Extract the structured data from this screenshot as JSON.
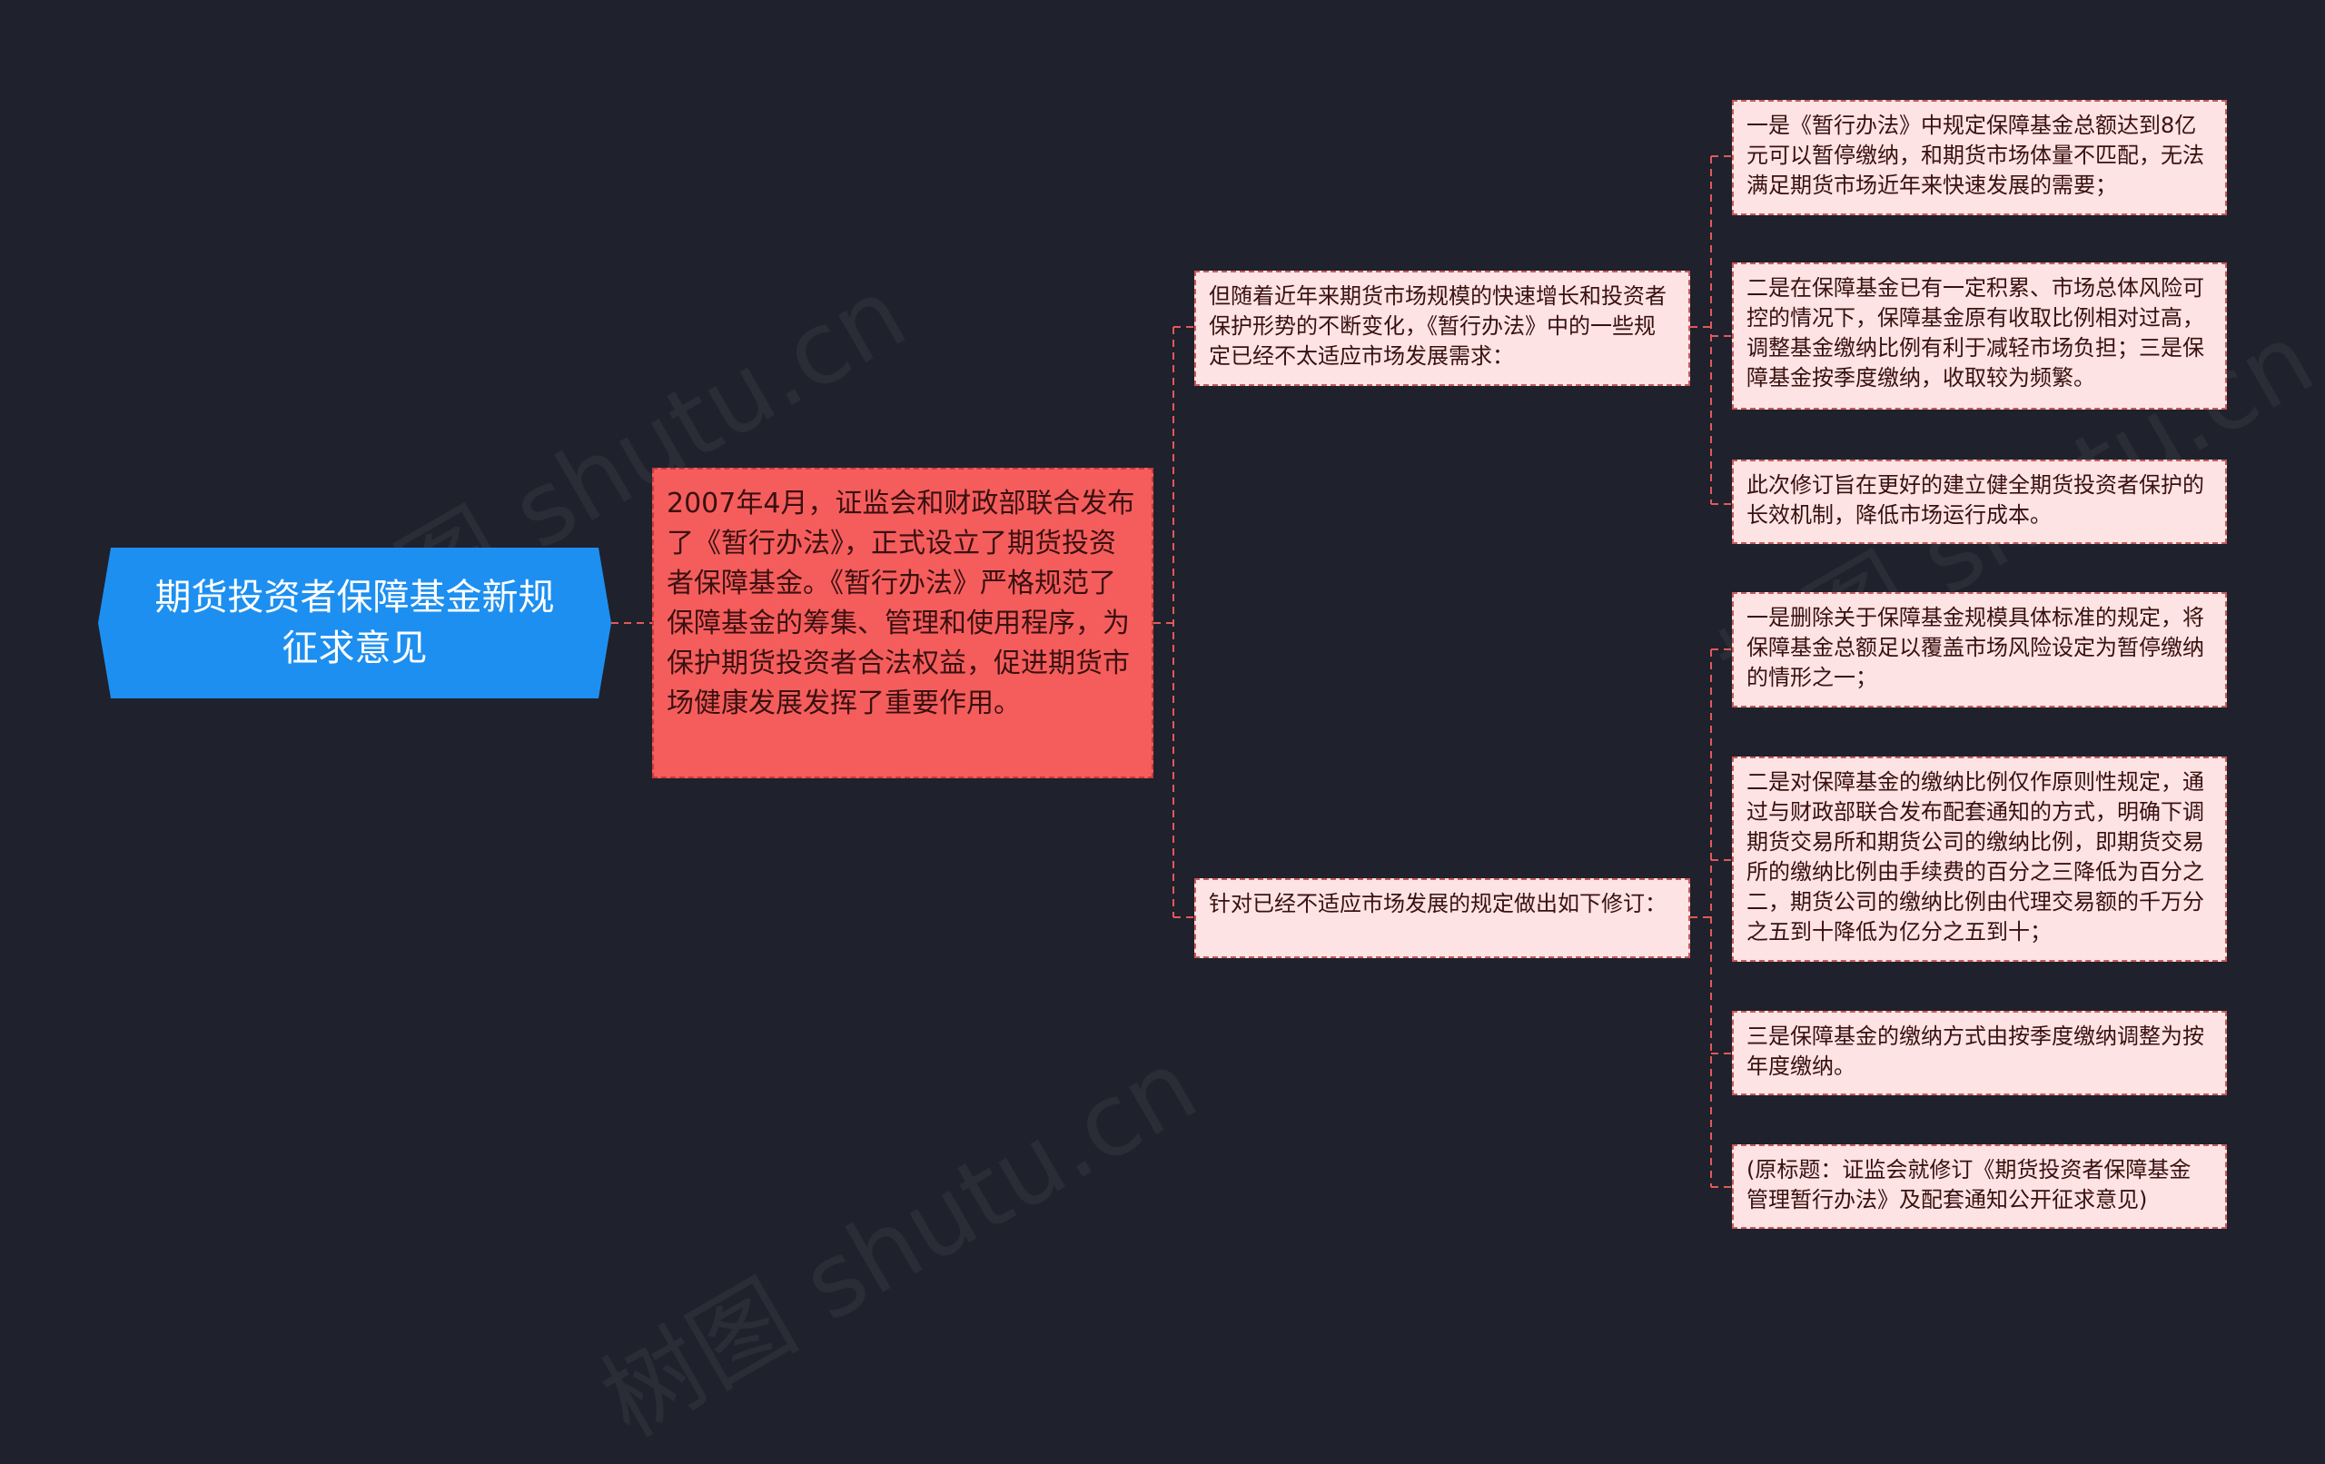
{
  "root": {
    "text": "期货投资者保障基金新规征求意见"
  },
  "main": {
    "text": "2007年4月，证监会和财政部联合发布了《暂行办法》，正式设立了期货投资者保障基金。《暂行办法》严格规范了保障基金的筹集、管理和使用程序，为保护期货投资者合法权益，促进期货市场健康发展发挥了重要作用。"
  },
  "branches": [
    {
      "text": "但随着近年来期货市场规模的快速增长和投资者保护形势的不断变化，《暂行办法》中的一些规定已经不太适应市场发展需求：",
      "children": [
        "一是《暂行办法》中规定保障基金总额达到8亿元可以暂停缴纳，和期货市场体量不匹配，无法满足期货市场近年来快速发展的需要；",
        "二是在保障基金已有一定积累、市场总体风险可控的情况下，保障基金原有收取比例相对过高，调整基金缴纳比例有利于减轻市场负担；三是保障基金按季度缴纳，收取较为频繁。",
        "此次修订旨在更好的建立健全期货投资者保护的长效机制，降低市场运行成本。"
      ]
    },
    {
      "text": "针对已经不适应市场发展的规定做出如下修订：",
      "children": [
        "一是删除关于保障基金规模具体标准的规定，将保障基金总额足以覆盖市场风险设定为暂停缴纳的情形之一；",
        "二是对保障基金的缴纳比例仅作原则性规定，通过与财政部联合发布配套通知的方式，明确下调期货交易所和期货公司的缴纳比例，即期货交易所的缴纳比例由手续费的百分之三降低为百分之二，期货公司的缴纳比例由代理交易额的千万分之五到十降低为亿分之五到十；",
        "三是保障基金的缴纳方式由按季度缴纳调整为按年度缴纳。",
        "(原标题：证监会就修订《期货投资者保障基金管理暂行办法》及配套通知公开征求意见)"
      ]
    }
  ],
  "watermark": "树图 shutu.cn",
  "colors": {
    "background": "#1f212c",
    "root": "#1d8ff0",
    "main": "#f55d5d",
    "leaf": "#fde3e3",
    "connector": "#e05a5a"
  }
}
